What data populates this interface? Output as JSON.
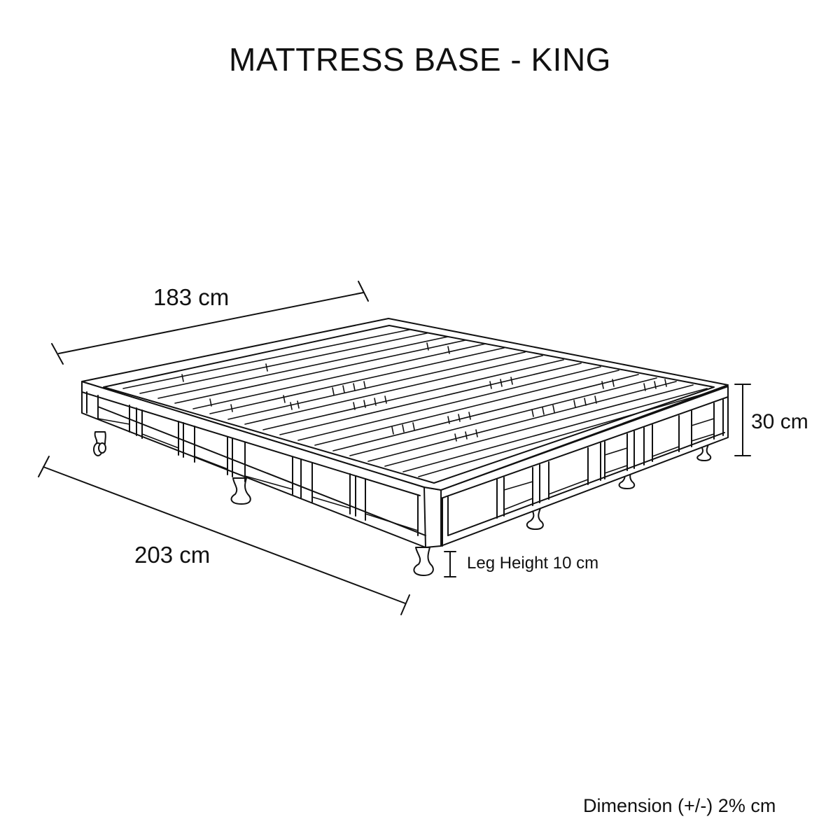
{
  "title": "MATTRESS BASE - KING",
  "dimensions": {
    "width": {
      "value": 183,
      "unit": "cm",
      "label": "183 cm"
    },
    "length": {
      "value": 203,
      "unit": "cm",
      "label": "203 cm"
    },
    "height": {
      "value": 30,
      "unit": "cm",
      "label": "30 cm"
    },
    "leg_height": {
      "value": 10,
      "unit": "cm",
      "label": "Leg Height 10 cm"
    }
  },
  "footnote": "Dimension (+/-) 2% cm",
  "colors": {
    "line": "#111111",
    "background": "#ffffff"
  }
}
